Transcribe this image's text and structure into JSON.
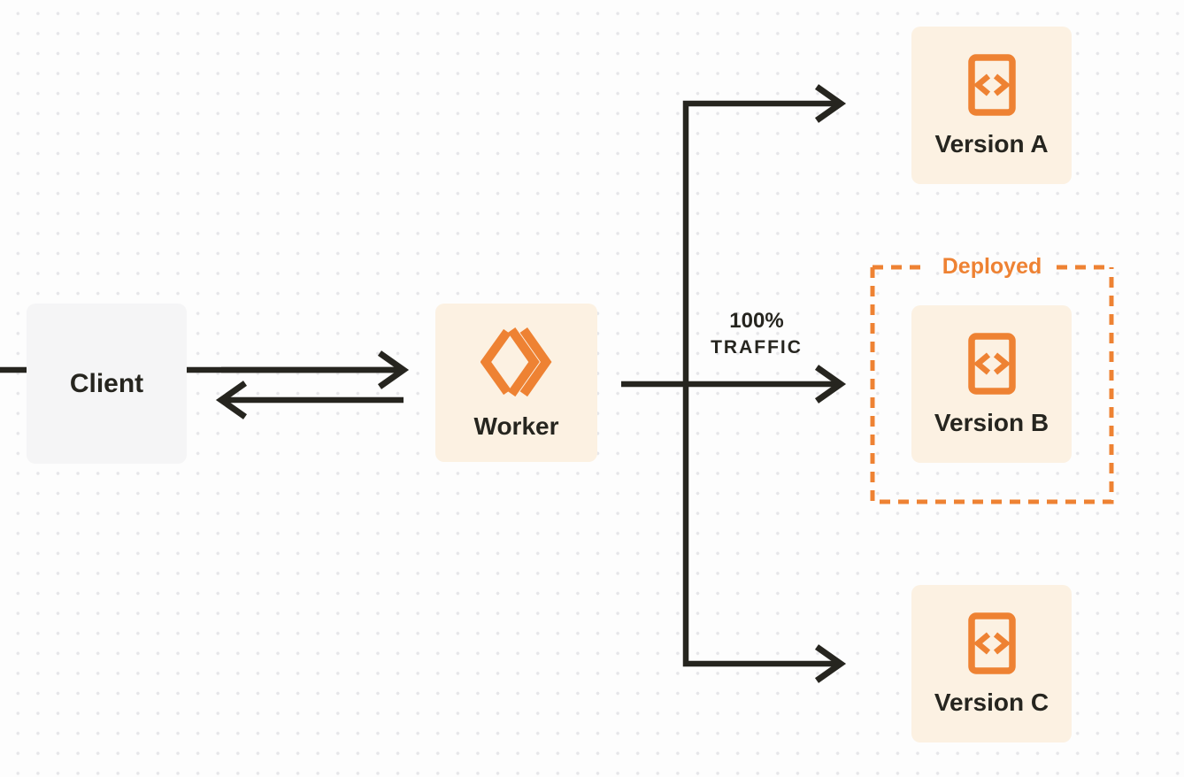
{
  "colors": {
    "accent_orange": "#ee8233",
    "node_cream": "#fcf1e2",
    "client_gray": "#f5f5f6",
    "ink": "#26251f",
    "background": "#fdfdfd",
    "dot_grid": "#e6e6e9"
  },
  "nodes": {
    "client": {
      "label": "Client"
    },
    "worker": {
      "label": "Worker"
    },
    "version_a": {
      "label": "Version A"
    },
    "version_b": {
      "label": "Version B"
    },
    "version_c": {
      "label": "Version C"
    }
  },
  "deployed_group": {
    "label": "Deployed"
  },
  "traffic_label": {
    "line1": "100%",
    "line2": "TRAFFIC"
  },
  "icons": {
    "worker": "workers-chevrons-icon",
    "version": "code-file-icon"
  }
}
